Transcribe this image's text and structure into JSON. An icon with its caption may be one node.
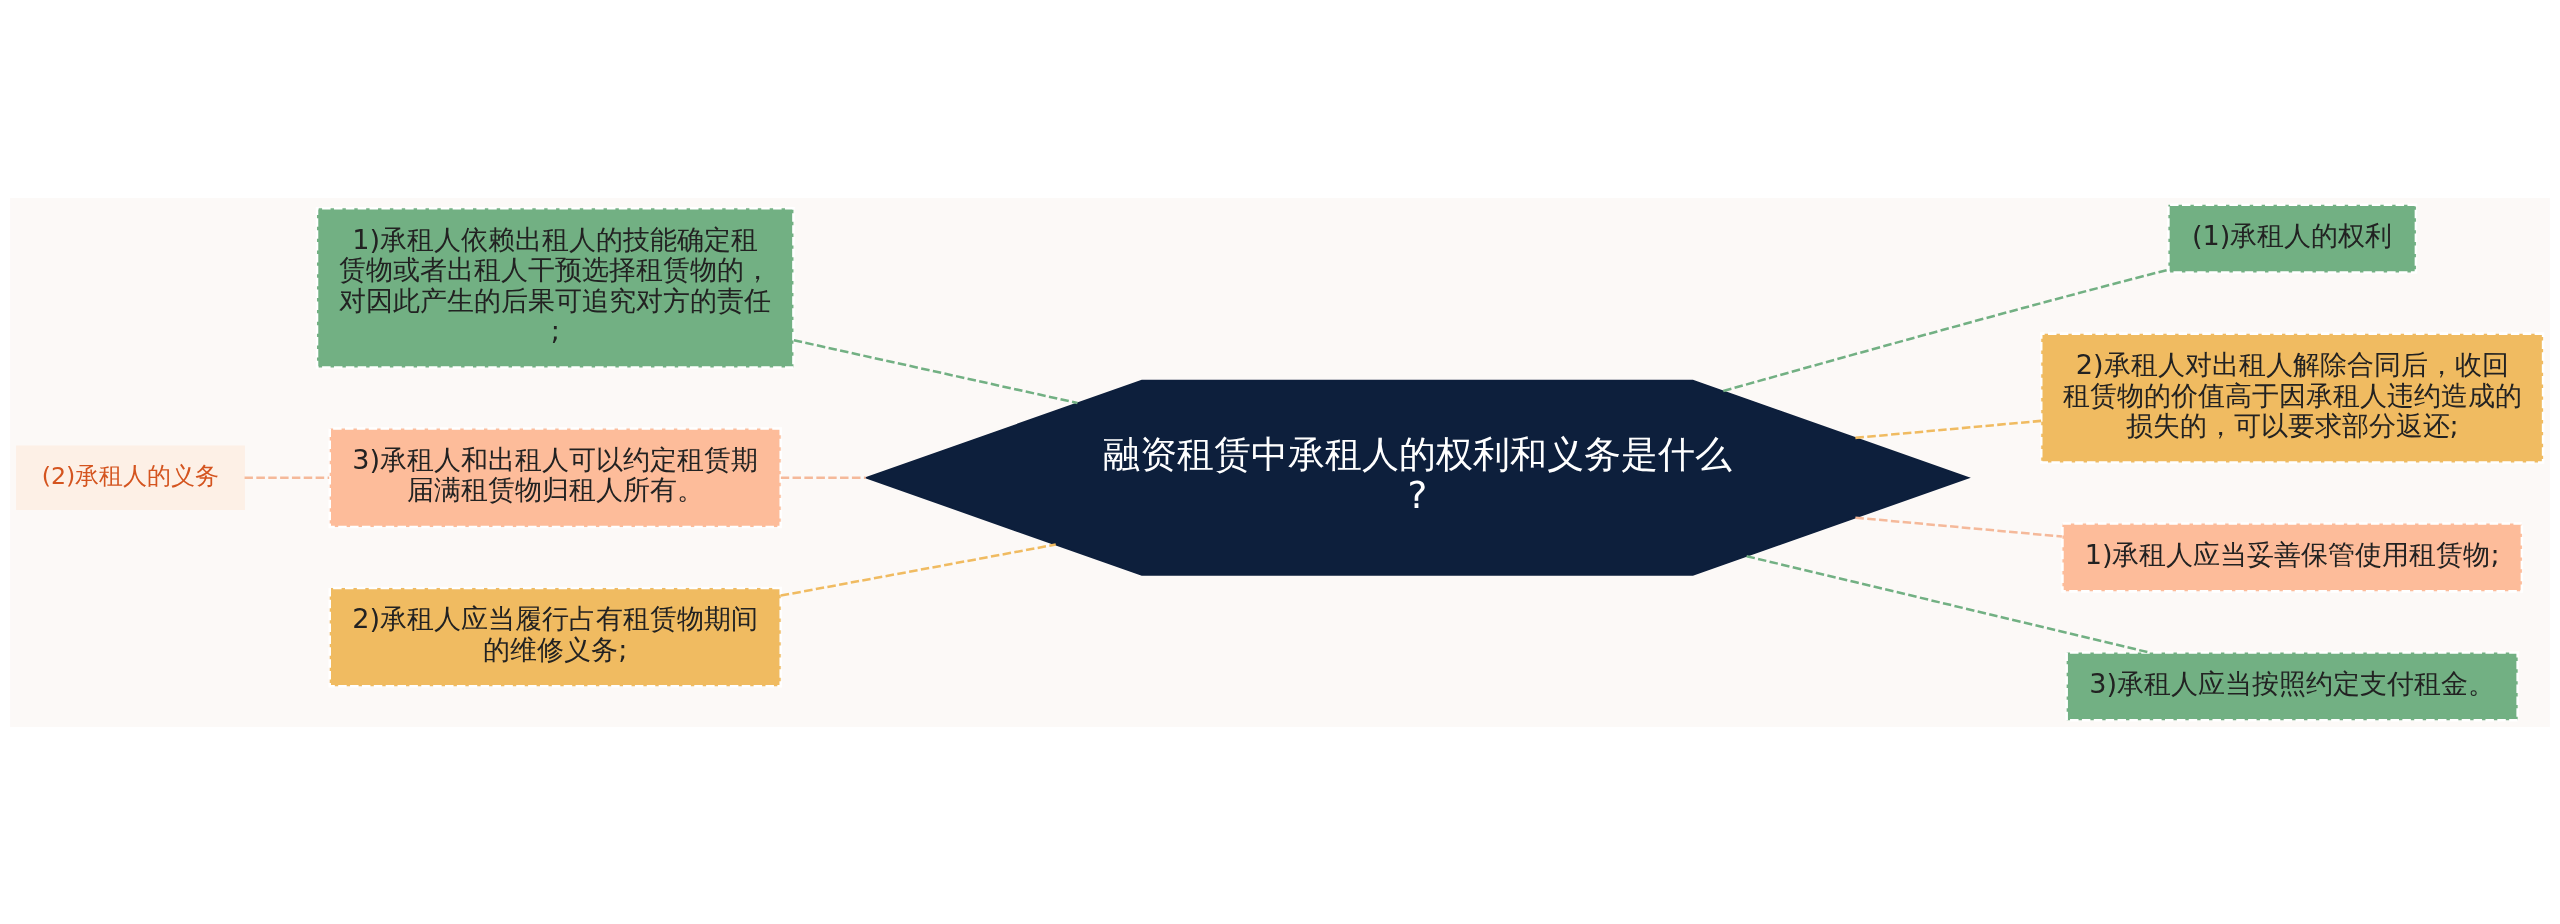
{
  "diagram": {
    "nodes": [
      {
        "text": [
          "融资租赁中承租人的权利和义务是什么?"
        ]
      },
      {
        "text": [
          "1)承租人依赖出租人的技能确定租赁物或者出租人干预选择租赁物的，对因此产生的后果可追究对方的责任;"
        ]
      },
      {
        "text": [
          "3)承租人和出租人可以约定租赁期届满租赁物归租人所有。"
        ]
      },
      {
        "text": [
          "2)承租人应当履行占有租赁物期间的维修义务;"
        ]
      },
      {
        "text": [
          "(2)承租人的义务"
        ]
      },
      {
        "text": [
          "(1)承租人的权利"
        ]
      },
      {
        "text": [
          "2)承租人对出租人解除合同后，收回租赁物的价值高于因承租人违约造成的损失的，可以要求部分返还;"
        ]
      },
      {
        "text": [
          "1)承租人应当妥善保管使用租赁物;"
        ]
      },
      {
        "text": [
          "3)承租人应当按照约定支付租金。"
        ]
      }
    ],
    "edges": [
      {
        "from": 0,
        "to": 1,
        "arrow": "none",
        "style": "dashed"
      },
      {
        "from": 0,
        "to": 2,
        "arrow": "none",
        "style": "dashed",
        "color": "#f5b99a"
      },
      {
        "from": 0,
        "to": 3,
        "arrow": "none",
        "style": "dashed",
        "color": "#f0bb61"
      },
      {
        "from": 2,
        "to": 4,
        "arrow": "none",
        "style": "dashed",
        "color": "#f5b99a"
      },
      {
        "from": 0,
        "to": 5,
        "arrow": "none",
        "style": "dashed"
      },
      {
        "from": 0,
        "to": 6,
        "arrow": "none",
        "style": "dashed",
        "color": "#f0bb61"
      },
      {
        "from": 0,
        "to": 7,
        "arrow": "none",
        "style": "dashed",
        "color": "#f5b99a"
      },
      {
        "from": 0,
        "to": 8,
        "arrow": "none",
        "style": "dashed"
      }
    ]
  }
}
